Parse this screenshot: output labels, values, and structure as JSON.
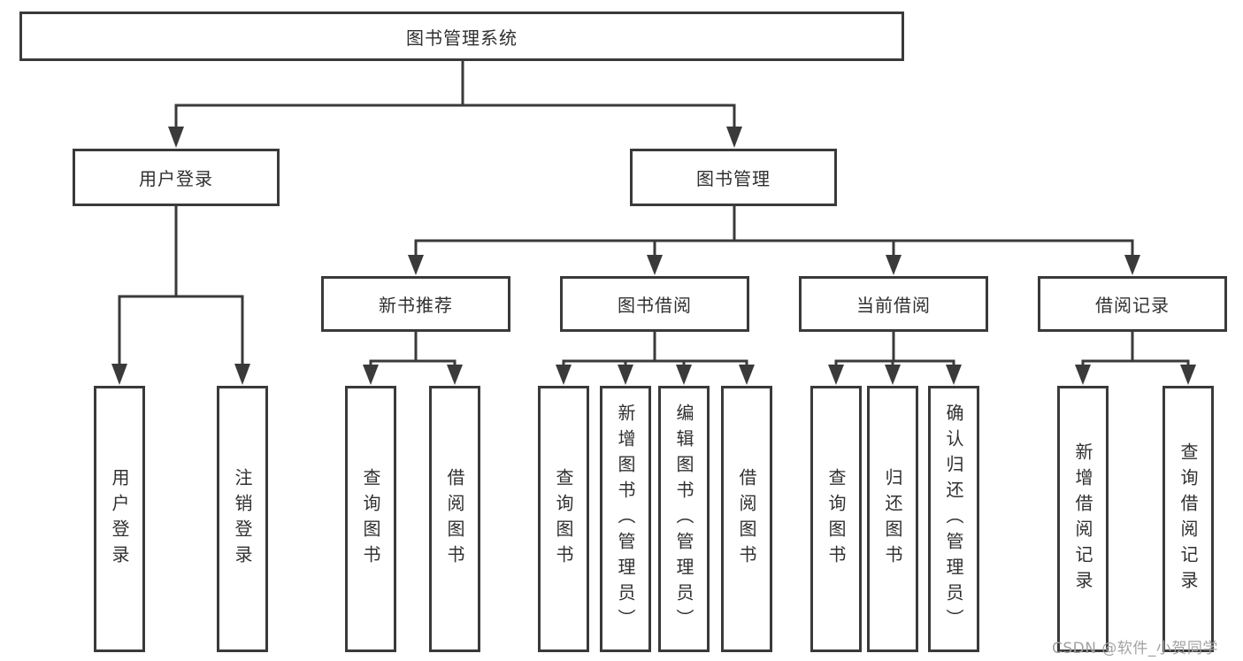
{
  "colors": {
    "line": "#3a3a3a",
    "box_border": "#3a3a3a",
    "box_background": "#ffffff",
    "text": "#303030",
    "watermark": "#a3a3a3"
  },
  "tree": {
    "root": {
      "label": "图书管理系统"
    },
    "branches": [
      {
        "label": "用户登录",
        "children": [
          "用户登录",
          "注销登录"
        ]
      },
      {
        "label": "图书管理",
        "groups": [
          {
            "label": "新书推荐",
            "children": [
              "查询图书",
              "借阅图书"
            ]
          },
          {
            "label": "图书借阅",
            "children": [
              "查询图书",
              "新增图书（管理员）",
              "编辑图书（管理员）",
              "借阅图书"
            ]
          },
          {
            "label": "当前借阅",
            "children": [
              "查询图书",
              "归还图书",
              "确认归还（管理员）"
            ]
          },
          {
            "label": "借阅记录",
            "children": [
              "新增借阅记录",
              "查询借阅记录"
            ]
          }
        ]
      }
    ]
  },
  "watermark": {
    "text": "CSDN @软件_小贺同学"
  }
}
